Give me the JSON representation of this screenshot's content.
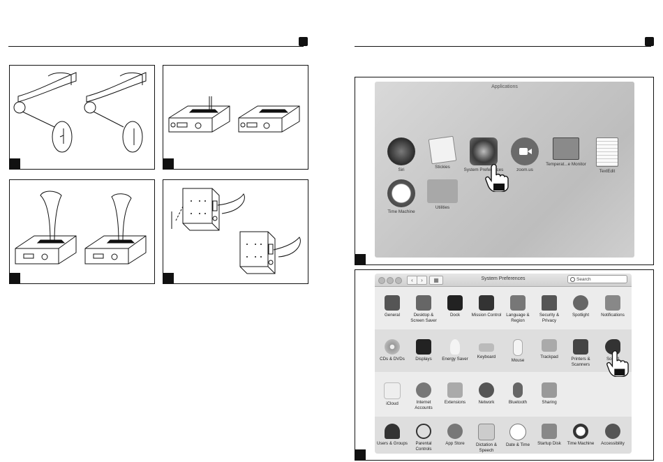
{
  "launchpad": {
    "title": "Applications",
    "apps": [
      {
        "label": "Siri"
      },
      {
        "label": "Stickies"
      },
      {
        "label": "System Preferences"
      },
      {
        "label": "zoom.us"
      },
      {
        "label": "Temperat...e Monitor"
      },
      {
        "label": "TextEdit"
      },
      {
        "label": "Time Machine"
      },
      {
        "label": "Utilities"
      }
    ]
  },
  "system_preferences": {
    "title": "System Preferences",
    "search_placeholder": "Search",
    "rows": [
      [
        "General",
        "Desktop & Screen Saver",
        "Dock",
        "Mission Control",
        "Language & Region",
        "Security & Privacy",
        "Spotlight",
        "Notifications"
      ],
      [
        "CDs & DVDs",
        "Displays",
        "Energy Saver",
        "Keyboard",
        "Mouse",
        "Trackpad",
        "Printers & Scanners",
        "Sound"
      ],
      [
        "iCloud",
        "Internet Accounts",
        "Extensions",
        "Network",
        "Bluetooth",
        "Sharing"
      ],
      [
        "Users & Groups",
        "Parental Controls",
        "App Store",
        "Dictation & Speech",
        "Date & Time",
        "Startup Disk",
        "Time Machine",
        "Accessibility"
      ]
    ]
  }
}
